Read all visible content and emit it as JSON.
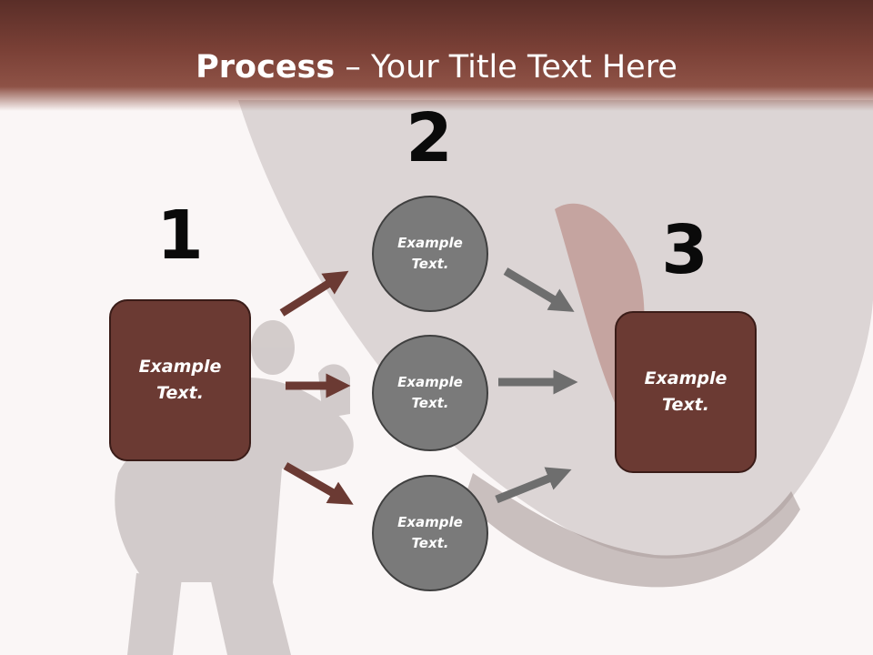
{
  "slide": {
    "title_bold": "Process",
    "title_rest": " – Your Title Text Here"
  },
  "steps": {
    "num1": "1",
    "num2": "2",
    "num3": "3"
  },
  "boxes": {
    "left": "Example Text.",
    "right": "Example Text."
  },
  "circles": [
    {
      "label": "Example Text."
    },
    {
      "label": "Example Text."
    },
    {
      "label": "Example Text."
    }
  ],
  "colors": {
    "header": "#7a4036",
    "box_fill": "#6b3a33",
    "circle_fill": "#7a7a7a",
    "arrow_brown": "#6b3a33",
    "arrow_gray": "#6e6e6e"
  }
}
